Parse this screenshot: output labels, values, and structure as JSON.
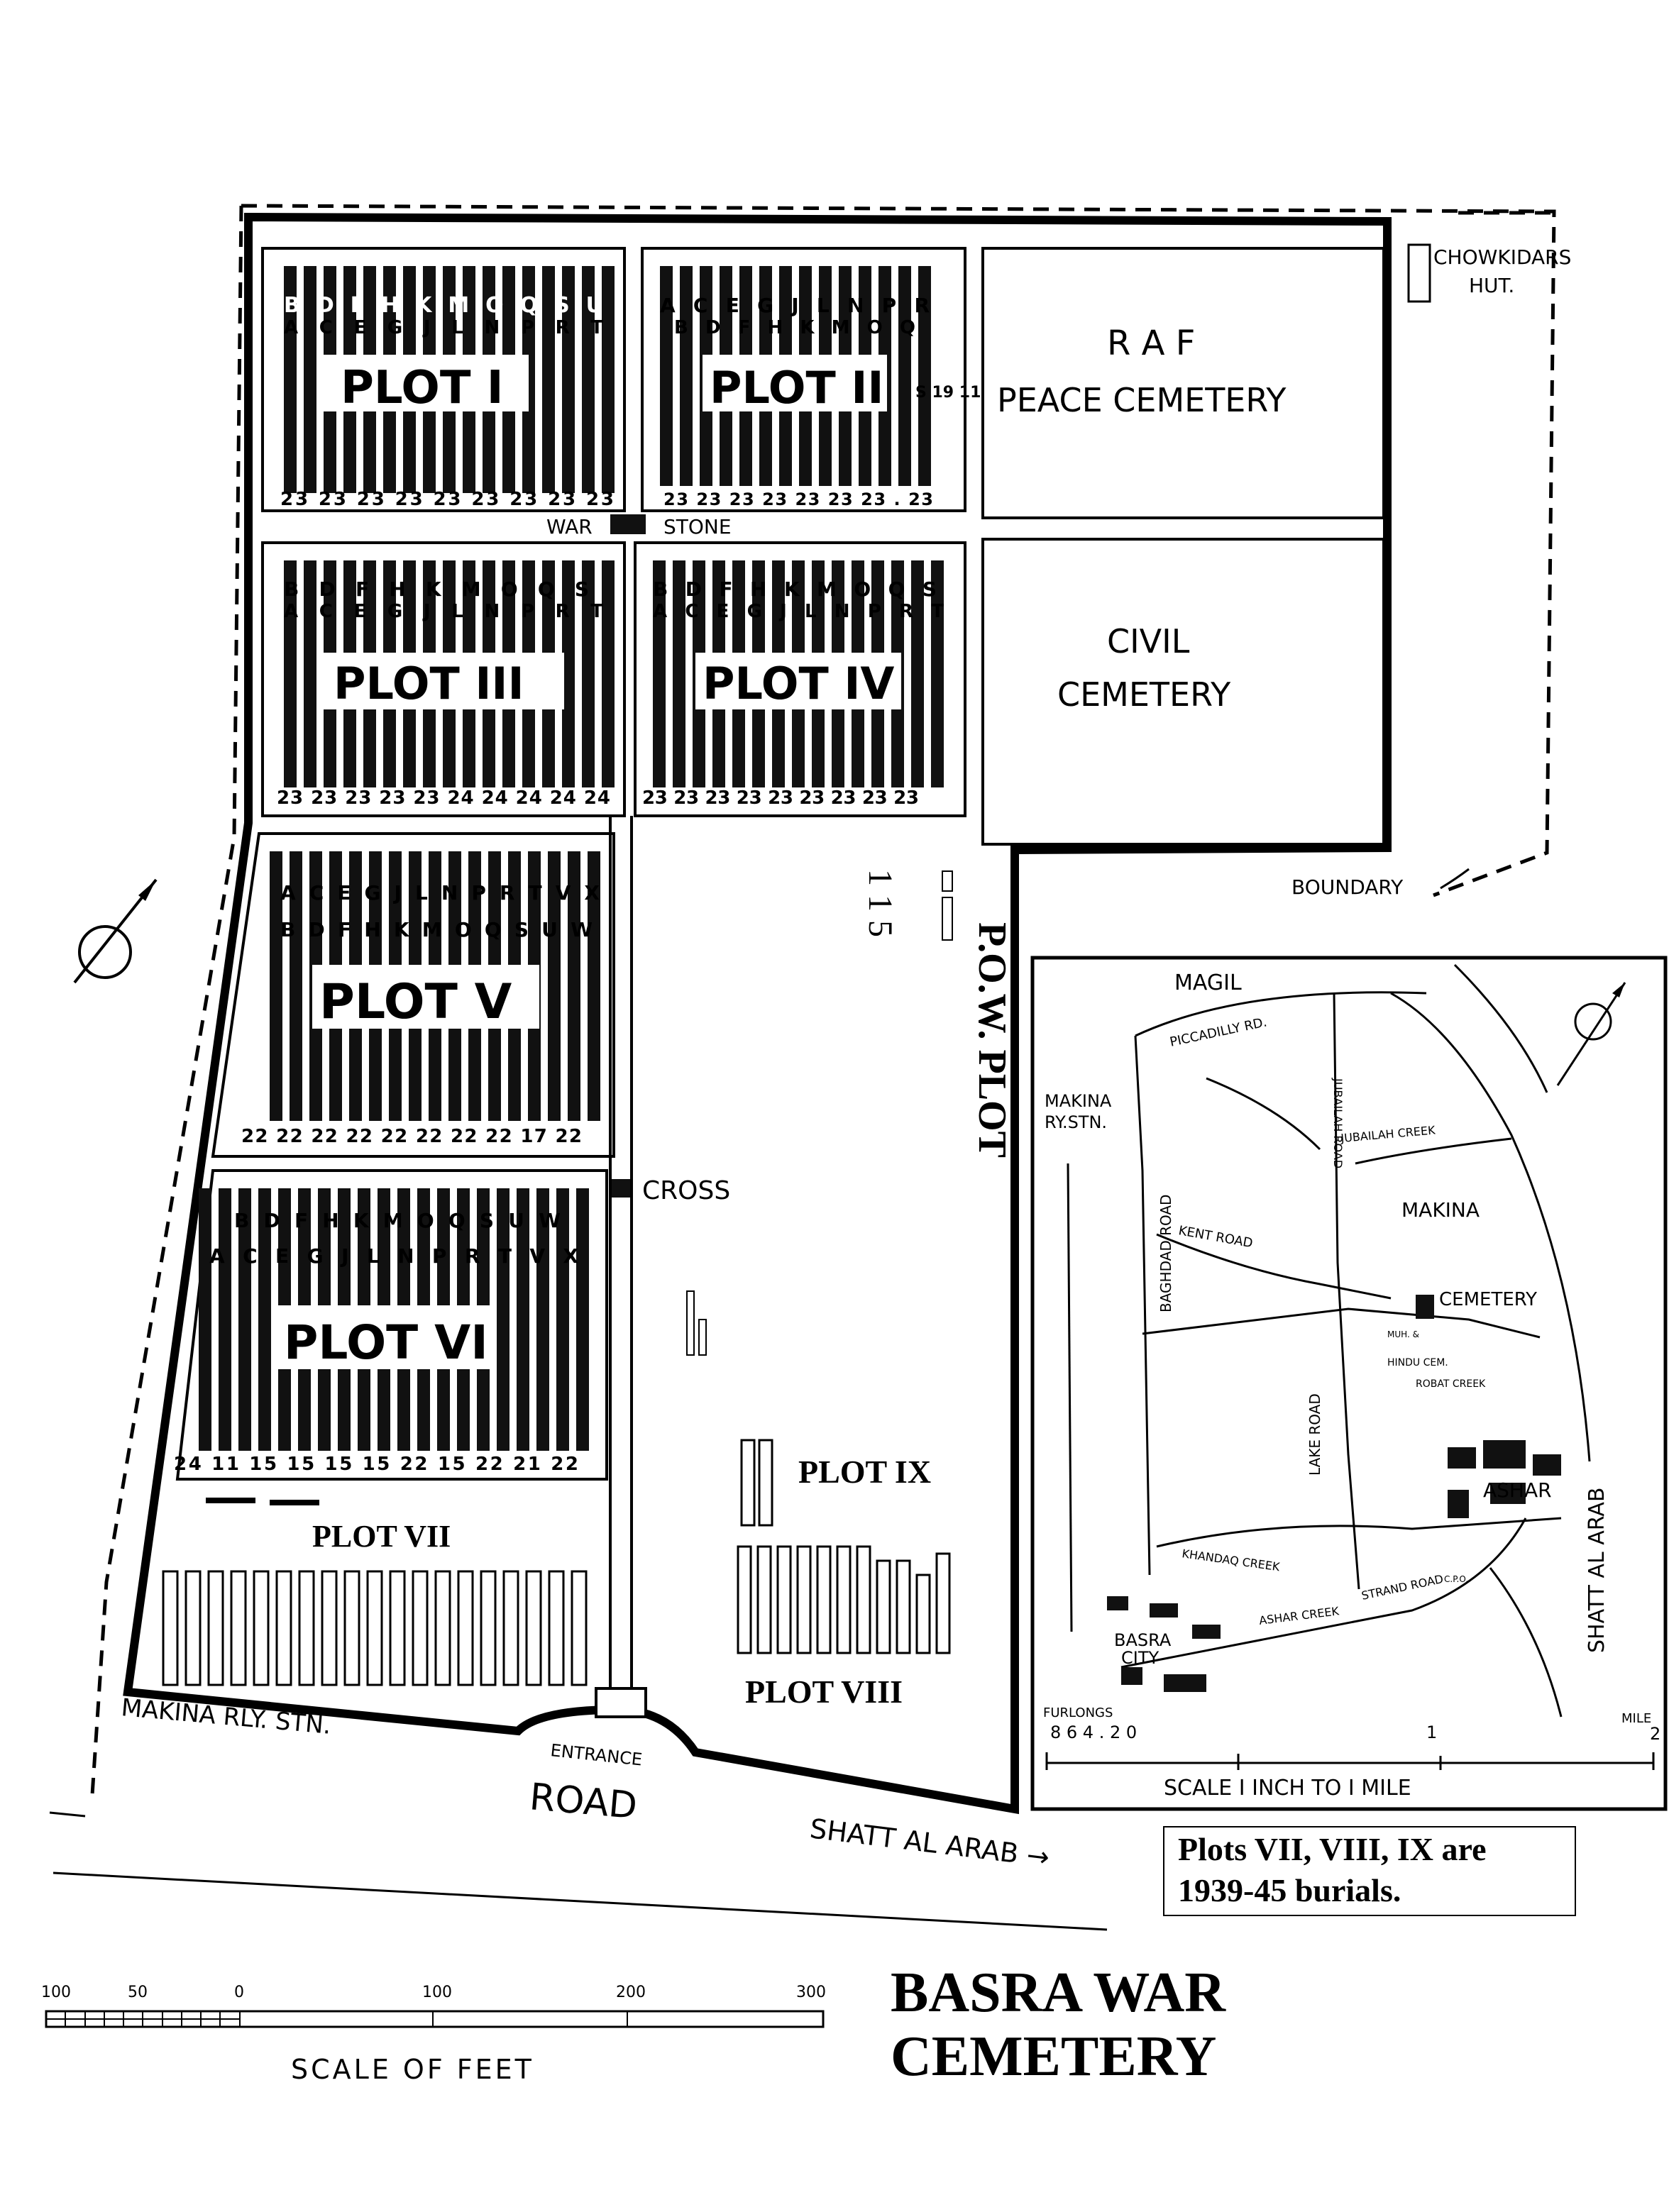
{
  "title": {
    "line1": "BASRA  WAR",
    "line2": "CEMETERY"
  },
  "note": {
    "line1": "Plots VII,  VIII,  IX are",
    "line2": "1939-45 burials."
  },
  "plots": {
    "p1": "PLOT I",
    "p2": "PLOT II",
    "p3": "PLOT III",
    "p4": "PLOT IV",
    "p5": "PLOT V",
    "p6": "PLOT VI",
    "p7": "PLOT VII",
    "p8": "PLOT  VIII",
    "p9": "PLOT IX",
    "pow": "P.O.W. PLOT",
    "pow_counts": "1  1   5"
  },
  "areas": {
    "raf_line1": "R A F",
    "raf_line2": "PEACE   CEMETERY",
    "civil_line1": "CIVIL",
    "civil_line2": "CEMETERY",
    "hut_line1": "CHOWKIDARS",
    "hut_line2": "HUT."
  },
  "features": {
    "war": "WAR",
    "stone": "STONE",
    "cross": "CROSS",
    "boundary": "BOUNDARY",
    "makina_rly": "MAKINA  RLY. STN.",
    "entrance": "ENTRANCE",
    "road": "ROAD",
    "shatt": "SHATT  AL  ARAB  →"
  },
  "row_letters": {
    "p1_top": "B D F H K M O Q S U",
    "p1_bot": "A C E G J L N P R T",
    "p2_top": "A C E G J L N P R",
    "p2_bot": "B D F H K M O Q",
    "p3_top": "B D F H K M O Q S",
    "p3_bot": "A C E G J L N P R T",
    "p4_top": "B D F H K M O Q S",
    "p4_bot": "A C E G J L N P R T",
    "p5_top": "A C E G J L N P R T V X",
    "p5_bot": "B D F H K M O Q S U W",
    "p6_top": "B D F H K M O Q S U W",
    "p6_bot": "A C E G J L N P R T V X"
  },
  "row_counts": {
    "p1": "23 23 23 23 23 23 23 23 23",
    "p2": "23 23 23 23 23 23 23 . 23",
    "p3": "23 23 23 23 23 24 24 24 24 24",
    "p4": "23 23 23 23 23 23 23 23 23",
    "p5": "22 22 22 22 22 22 22 22 17 22",
    "p6": "24 11 15 15 15 15 22 15 22 21 22",
    "p2_side": "S 19 11"
  },
  "inset": {
    "magil": "MAGIL",
    "piccadilly": "PICCADILLY RD.",
    "makina_stn_1": "MAKINA",
    "makina_stn_2": "RY.STN.",
    "jubailah_rd": "JUBAILAH ROAD",
    "jubailah_creek": "JUBAILAH CREEK",
    "makina": "MAKINA",
    "kent": "KENT  ROAD",
    "baghdad": "BAGHDAD  ROAD",
    "cemetery": "CEMETERY",
    "hindu1": "MUH. &",
    "hindu2": "HINDU CEM.",
    "robat": "ROBAT CREEK",
    "lake": "LAKE  ROAD",
    "ashar": "ASHAR",
    "shatt": "SHATT  AL  ARAB",
    "khandaq": "KHANDAQ  CREEK",
    "ashar_creek": "ASHAR CREEK",
    "strand": "STRAND ROAD",
    "cpo": "C.P.O.",
    "basra1": "BASRA",
    "basra2": "CITY",
    "furlongs": "FURLONGS",
    "ticks": "8  6  4 . 2  0",
    "one": "1",
    "mile": "MILE",
    "two": "2",
    "scale": "SCALE  I INCH  TO  I MILE"
  },
  "scale": {
    "t100": "100",
    "t50": "50",
    "t0": "0",
    "t100b": "100",
    "t200": "200",
    "t300": "300",
    "label": "SCALE   OF   FEET"
  }
}
